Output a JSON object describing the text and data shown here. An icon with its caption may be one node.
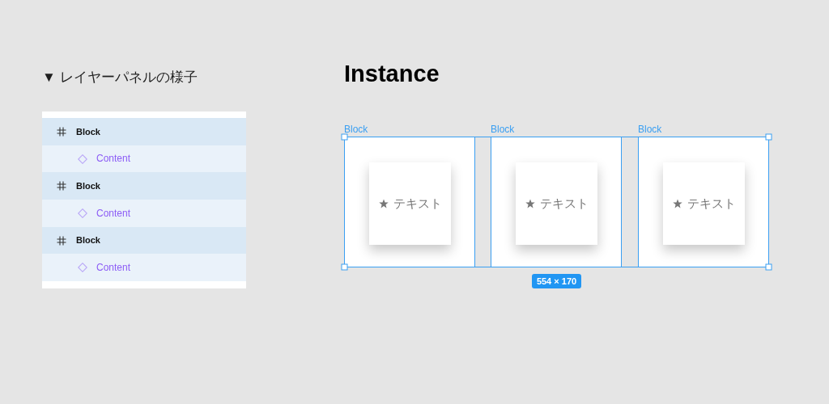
{
  "diagram": {
    "nodes": [
      {
        "text": [],
        "shape": "box"
      },
      {
        "text": [
          "Block"
        ],
        "in": 0
      },
      {
        "text": [
          "Content"
        ],
        "in": 0
      },
      {
        "text": [
          "Block"
        ],
        "in": 0
      },
      {
        "text": [
          "Content"
        ],
        "in": 0
      },
      {
        "text": [
          "Block"
        ],
        "in": 0
      },
      {
        "text": [
          "Content"
        ],
        "in": 0
      },
      {
        "text": [
          "Block"
        ]
      },
      {
        "text": [
          "テキスト"
        ],
        "in": 7
      },
      {
        "text": [
          "Block"
        ]
      },
      {
        "text": [
          "テキスト"
        ],
        "in": 9
      },
      {
        "text": [
          "Block"
        ]
      },
      {
        "text": [
          "テキスト"
        ],
        "in": 11
      },
      {
        "text": [
          "554 × 170"
        ]
      }
    ],
    "labels": [
      "▼ レイヤーパネルの様子",
      "Instance"
    ]
  }
}
